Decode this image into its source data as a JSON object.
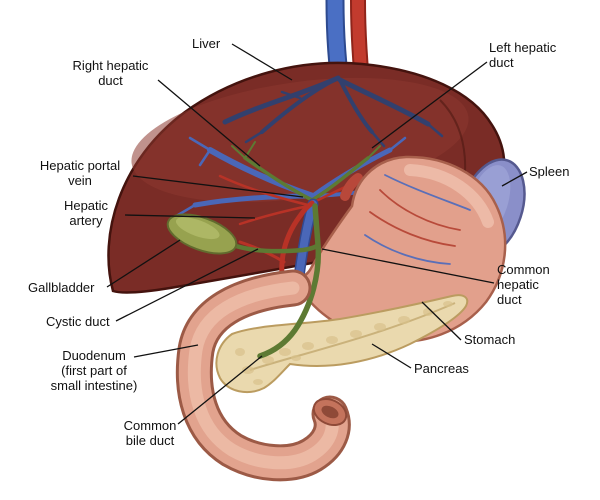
{
  "colors": {
    "liver": "#7a2c26",
    "liver_edge": "#44130e",
    "stomach": "#e2a08c",
    "stomach_edge": "#a8604c",
    "pancreas": "#ead9ae",
    "pancreas_edge": "#bb9c60",
    "spleen": "#8a8fc9",
    "spleen_edge": "#55598f",
    "gallbladder": "#97a24f",
    "gallbladder_edge": "#626b2e",
    "duct_green": "#5d7a33",
    "vein_blue": "#4a67b8",
    "vein_dark": "#32406e",
    "artery_red": "#b83226",
    "duodenum": "#e2a38e",
    "duodenum_edge": "#9c5a46",
    "leader": "#111111"
  },
  "labels": [
    {
      "id": "liver",
      "text": "Liver"
    },
    {
      "id": "right-hepatic-duct",
      "text": "Right hepatic\nduct"
    },
    {
      "id": "left-hepatic-duct",
      "text": "Left hepatic\nduct"
    },
    {
      "id": "hepatic-portal-vein",
      "text": "Hepatic portal\nvein"
    },
    {
      "id": "hepatic-artery",
      "text": "Hepatic\nartery"
    },
    {
      "id": "gallbladder",
      "text": "Gallbladder"
    },
    {
      "id": "cystic-duct",
      "text": "Cystic duct"
    },
    {
      "id": "duodenum",
      "text": "Duodenum\n(first part of\nsmall intestine)"
    },
    {
      "id": "common-bile-duct",
      "text": "Common\nbile duct"
    },
    {
      "id": "spleen",
      "text": "Spleen"
    },
    {
      "id": "common-hepatic-duct",
      "text": "Common\nhepatic\nduct"
    },
    {
      "id": "stomach",
      "text": "Stomach"
    },
    {
      "id": "pancreas",
      "text": "Pancreas"
    }
  ]
}
